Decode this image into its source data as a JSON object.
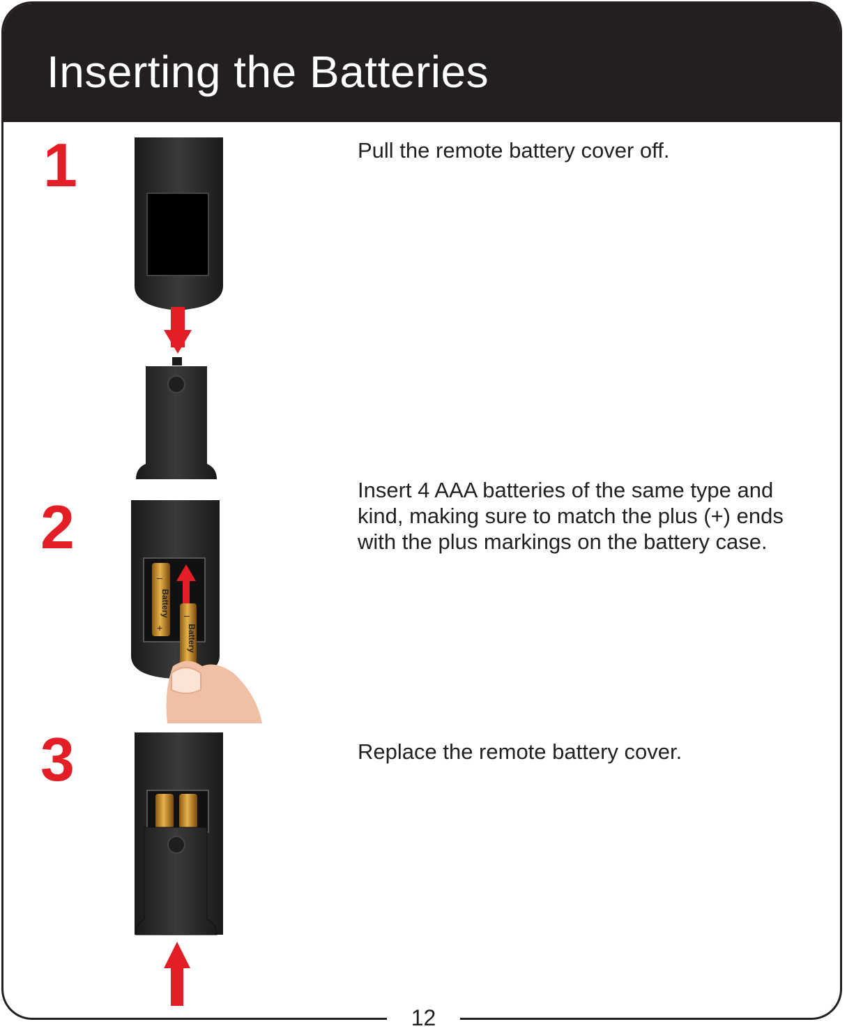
{
  "header": {
    "title": "Inserting the Batteries"
  },
  "steps": [
    {
      "number": "1",
      "text": "Pull the remote battery cover off."
    },
    {
      "number": "2",
      "text": "Insert 4 AAA batteries of the same type and kind, making sure to match the plus (+) ends with the plus markings on the battery case."
    },
    {
      "number": "3",
      "text": "Replace the remote battery cover."
    }
  ],
  "illustration": {
    "battery_label": "Battery",
    "minus_sign": "–",
    "plus_sign": "+"
  },
  "footer": {
    "page_number": "12"
  },
  "colors": {
    "header": "#231f20",
    "accent_red": "#e41e26",
    "remote_body": "#2b2b2b",
    "battery_gold": "#c8902a"
  }
}
